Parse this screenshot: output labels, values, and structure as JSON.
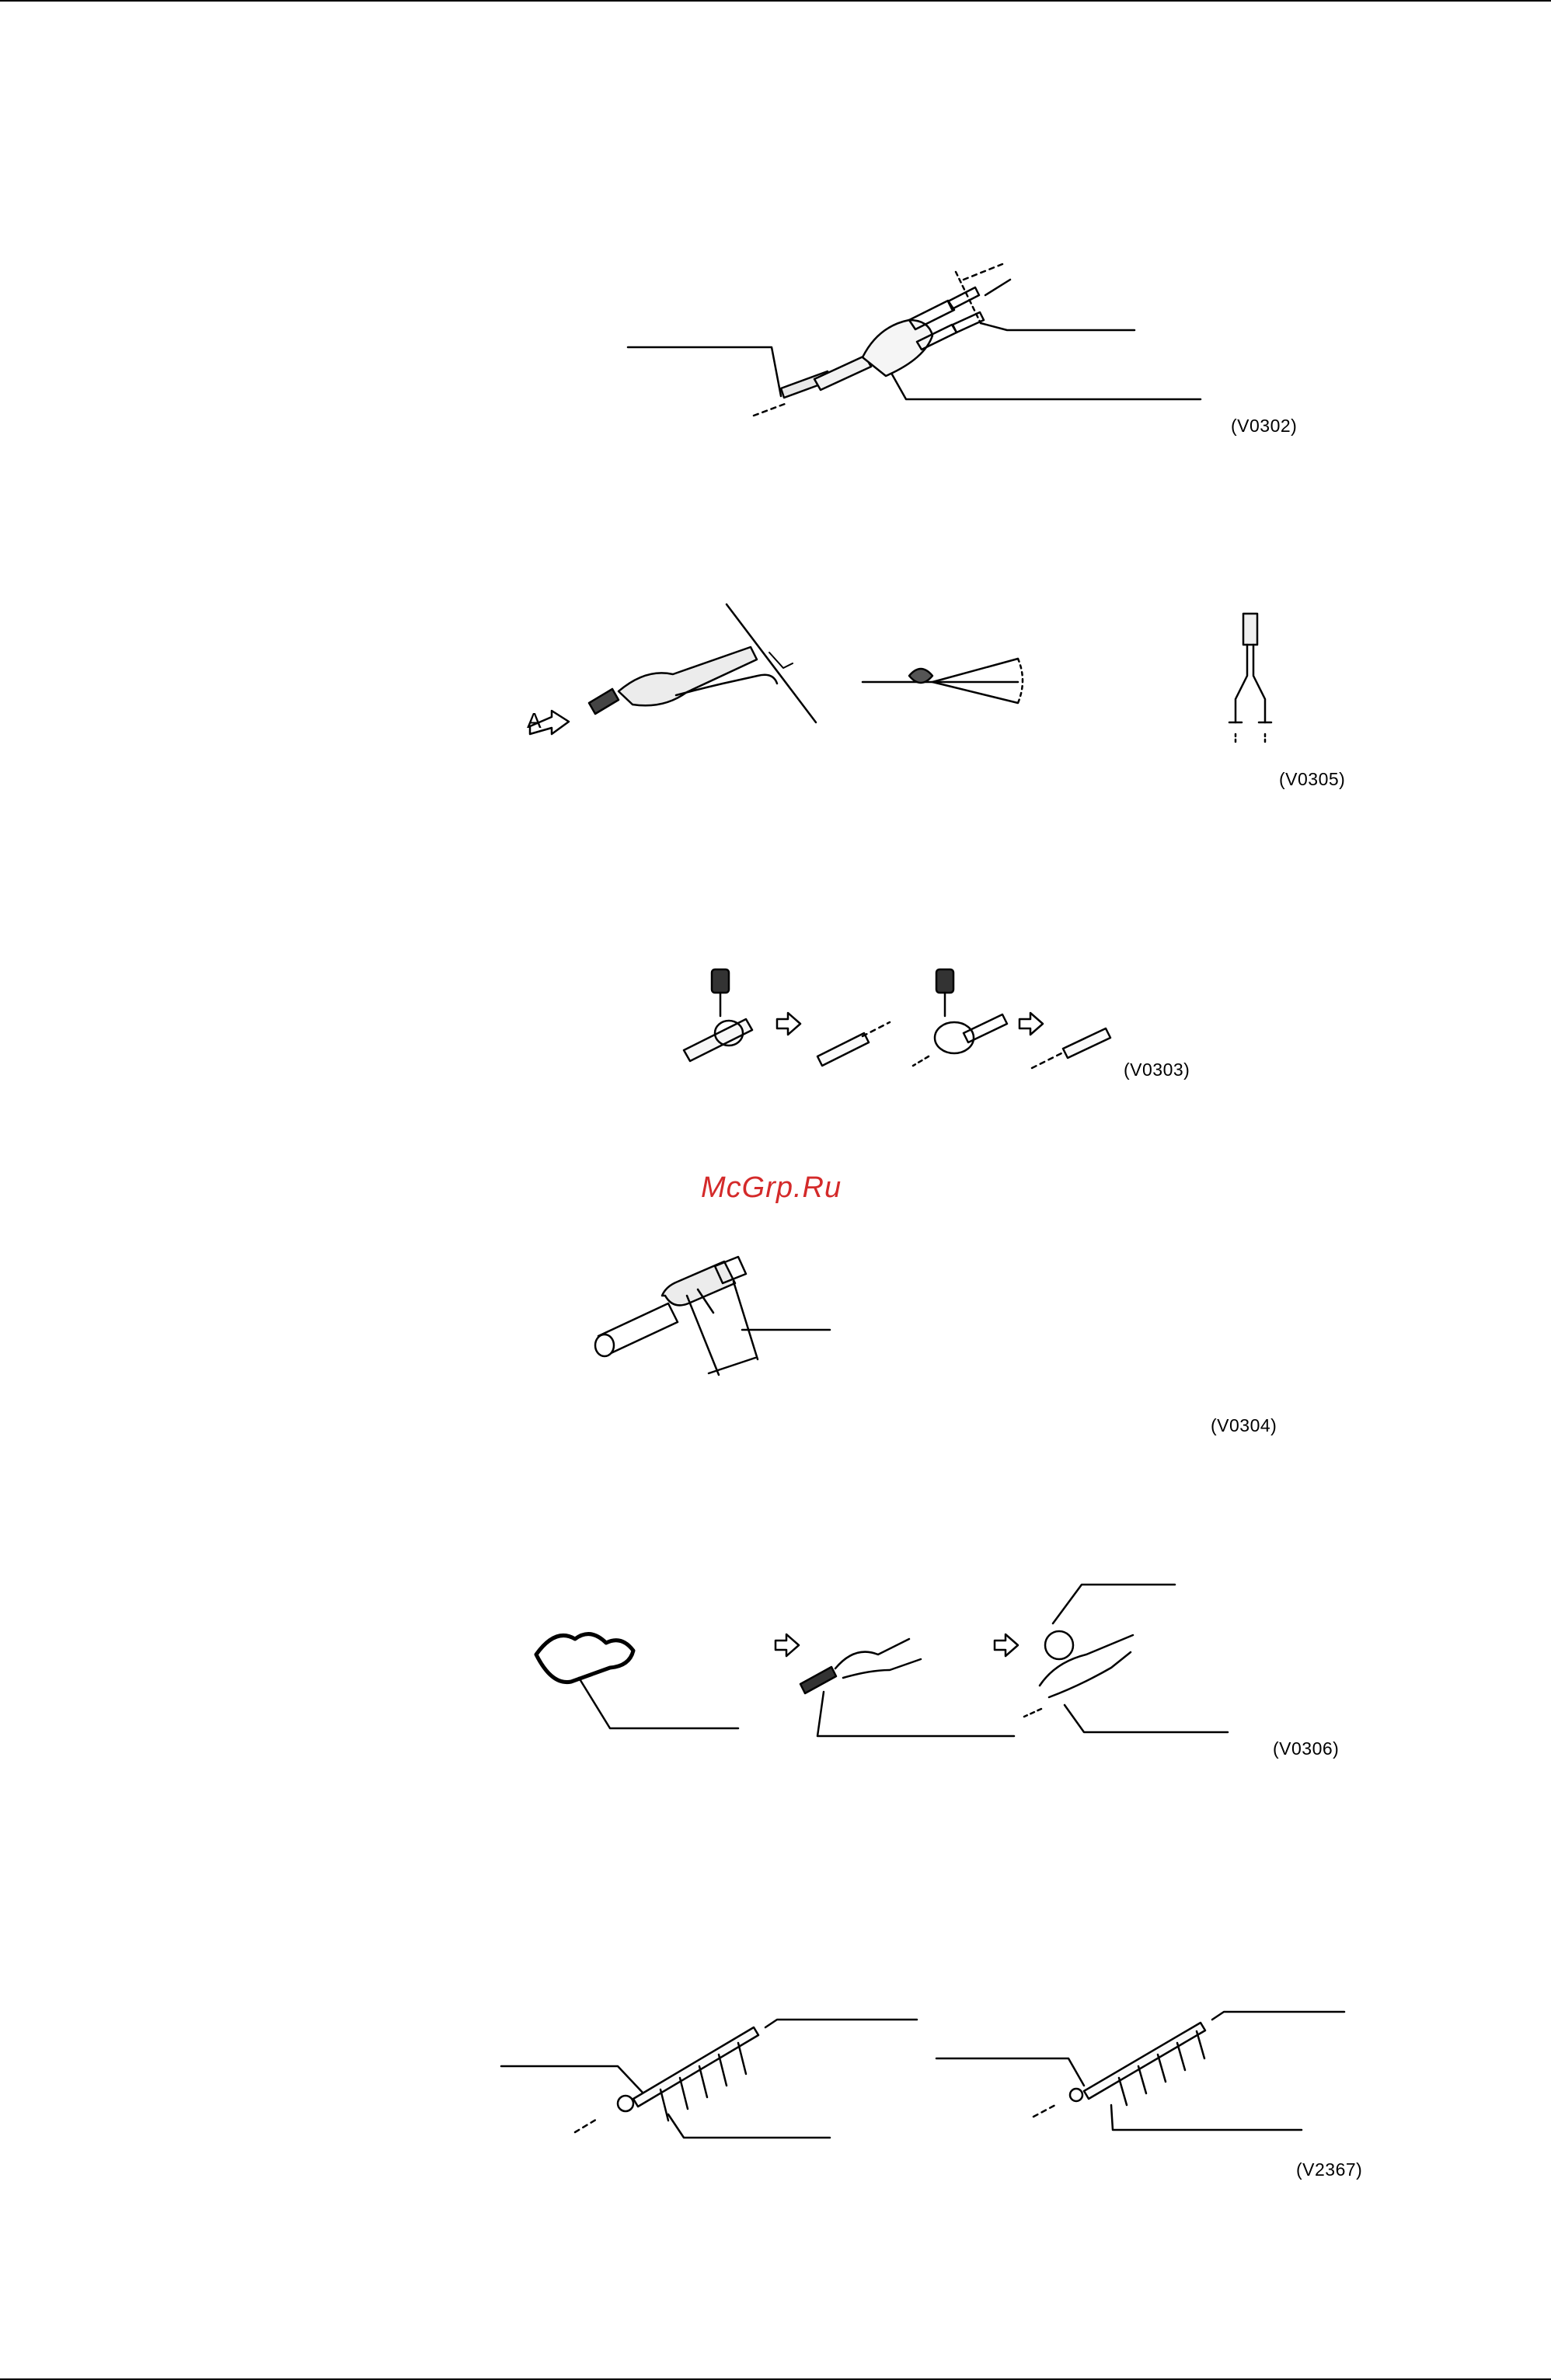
{
  "figures": [
    {
      "id": "fig-1",
      "code": "(V0302)"
    },
    {
      "id": "fig-2",
      "code": "(V0305)",
      "arrow_label": "A"
    },
    {
      "id": "fig-3",
      "code": "(V0303)"
    },
    {
      "id": "fig-4",
      "code": "(V0304)"
    },
    {
      "id": "fig-5",
      "code": "(V0306)"
    },
    {
      "id": "fig-6",
      "code": "(V2367)"
    }
  ],
  "watermark": "McGrp.Ru",
  "colors": {
    "ink": "#000000",
    "watermark": "#d42a2a"
  }
}
